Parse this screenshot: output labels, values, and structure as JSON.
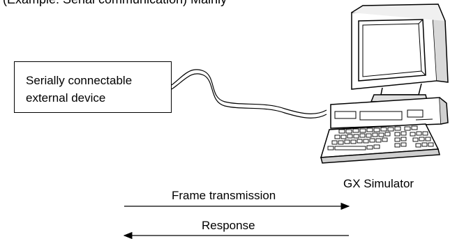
{
  "header": {
    "cut_text": "(Example: Serial communication) Mainly"
  },
  "device": {
    "line1": "Serially connectable",
    "line2": "external device"
  },
  "computer": {
    "label": "GX Simulator"
  },
  "arrows": {
    "forward_label": "Frame transmission",
    "backward_label": "Response"
  }
}
